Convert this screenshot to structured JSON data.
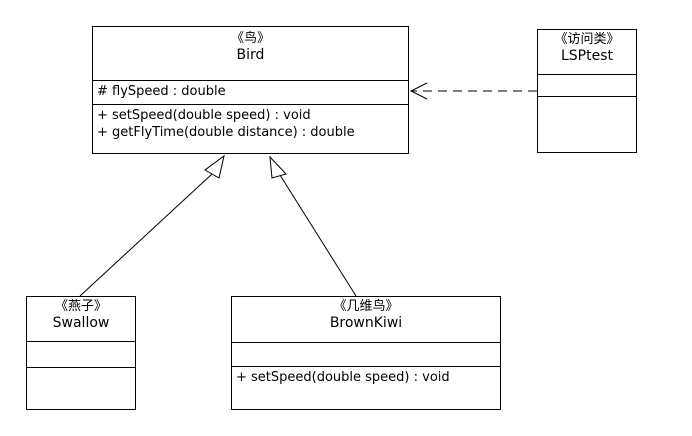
{
  "classes": {
    "bird": {
      "stereotype": "《鸟》",
      "name": "Bird",
      "attributes": [
        "# flySpeed : double"
      ],
      "operations": [
        "+ setSpeed(double speed) : void",
        "+ getFlyTime(double distance) : double"
      ]
    },
    "lsptest": {
      "stereotype": "《访问类》",
      "name": "LSPtest",
      "attributes": [],
      "operations": []
    },
    "swallow": {
      "stereotype": "《燕子》",
      "name": "Swallow",
      "attributes": [],
      "operations": []
    },
    "kiwi": {
      "stereotype": "《几维鸟》",
      "name": "BrownKiwi",
      "attributes": [],
      "operations": [
        "+ setSpeed(double speed) : void"
      ]
    }
  },
  "relations": [
    {
      "type": "generalization",
      "from": "Swallow",
      "to": "Bird"
    },
    {
      "type": "generalization",
      "from": "BrownKiwi",
      "to": "Bird"
    },
    {
      "type": "dependency",
      "from": "LSPtest",
      "to": "Bird"
    }
  ]
}
